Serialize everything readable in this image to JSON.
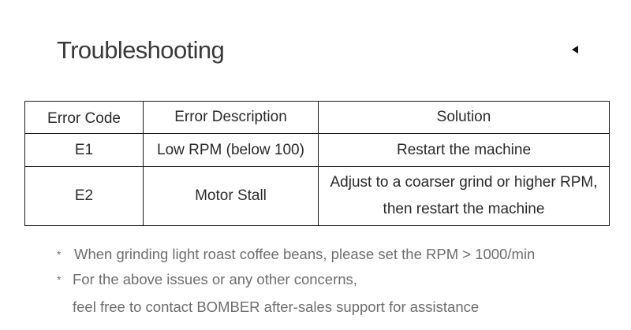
{
  "title": "Troubleshooting",
  "collapse_icon": "triangle-left-icon",
  "table": {
    "headers": [
      "Error Code",
      "Error Description",
      "Solution"
    ],
    "rows": [
      {
        "code": "E1",
        "description": "Low RPM (below 100)",
        "solution_line1": "Restart the machine",
        "solution_line2": ""
      },
      {
        "code": "E2",
        "description": "Motor Stall",
        "solution_line1": "Adjust to a coarser grind or higher RPM,",
        "solution_line2": "then restart the machine"
      }
    ]
  },
  "notes": {
    "bullet": "*",
    "note1": "When grinding light roast coffee beans, please set the RPM > 1000/min",
    "note2_line1": "For the above issues or any other concerns,",
    "note2_line2": "feel free to contact BOMBER after-sales support for assistance"
  },
  "colors": {
    "text": "#2b2b2b",
    "notes_text": "#6e6e6e",
    "border": "#1a1a1a"
  }
}
